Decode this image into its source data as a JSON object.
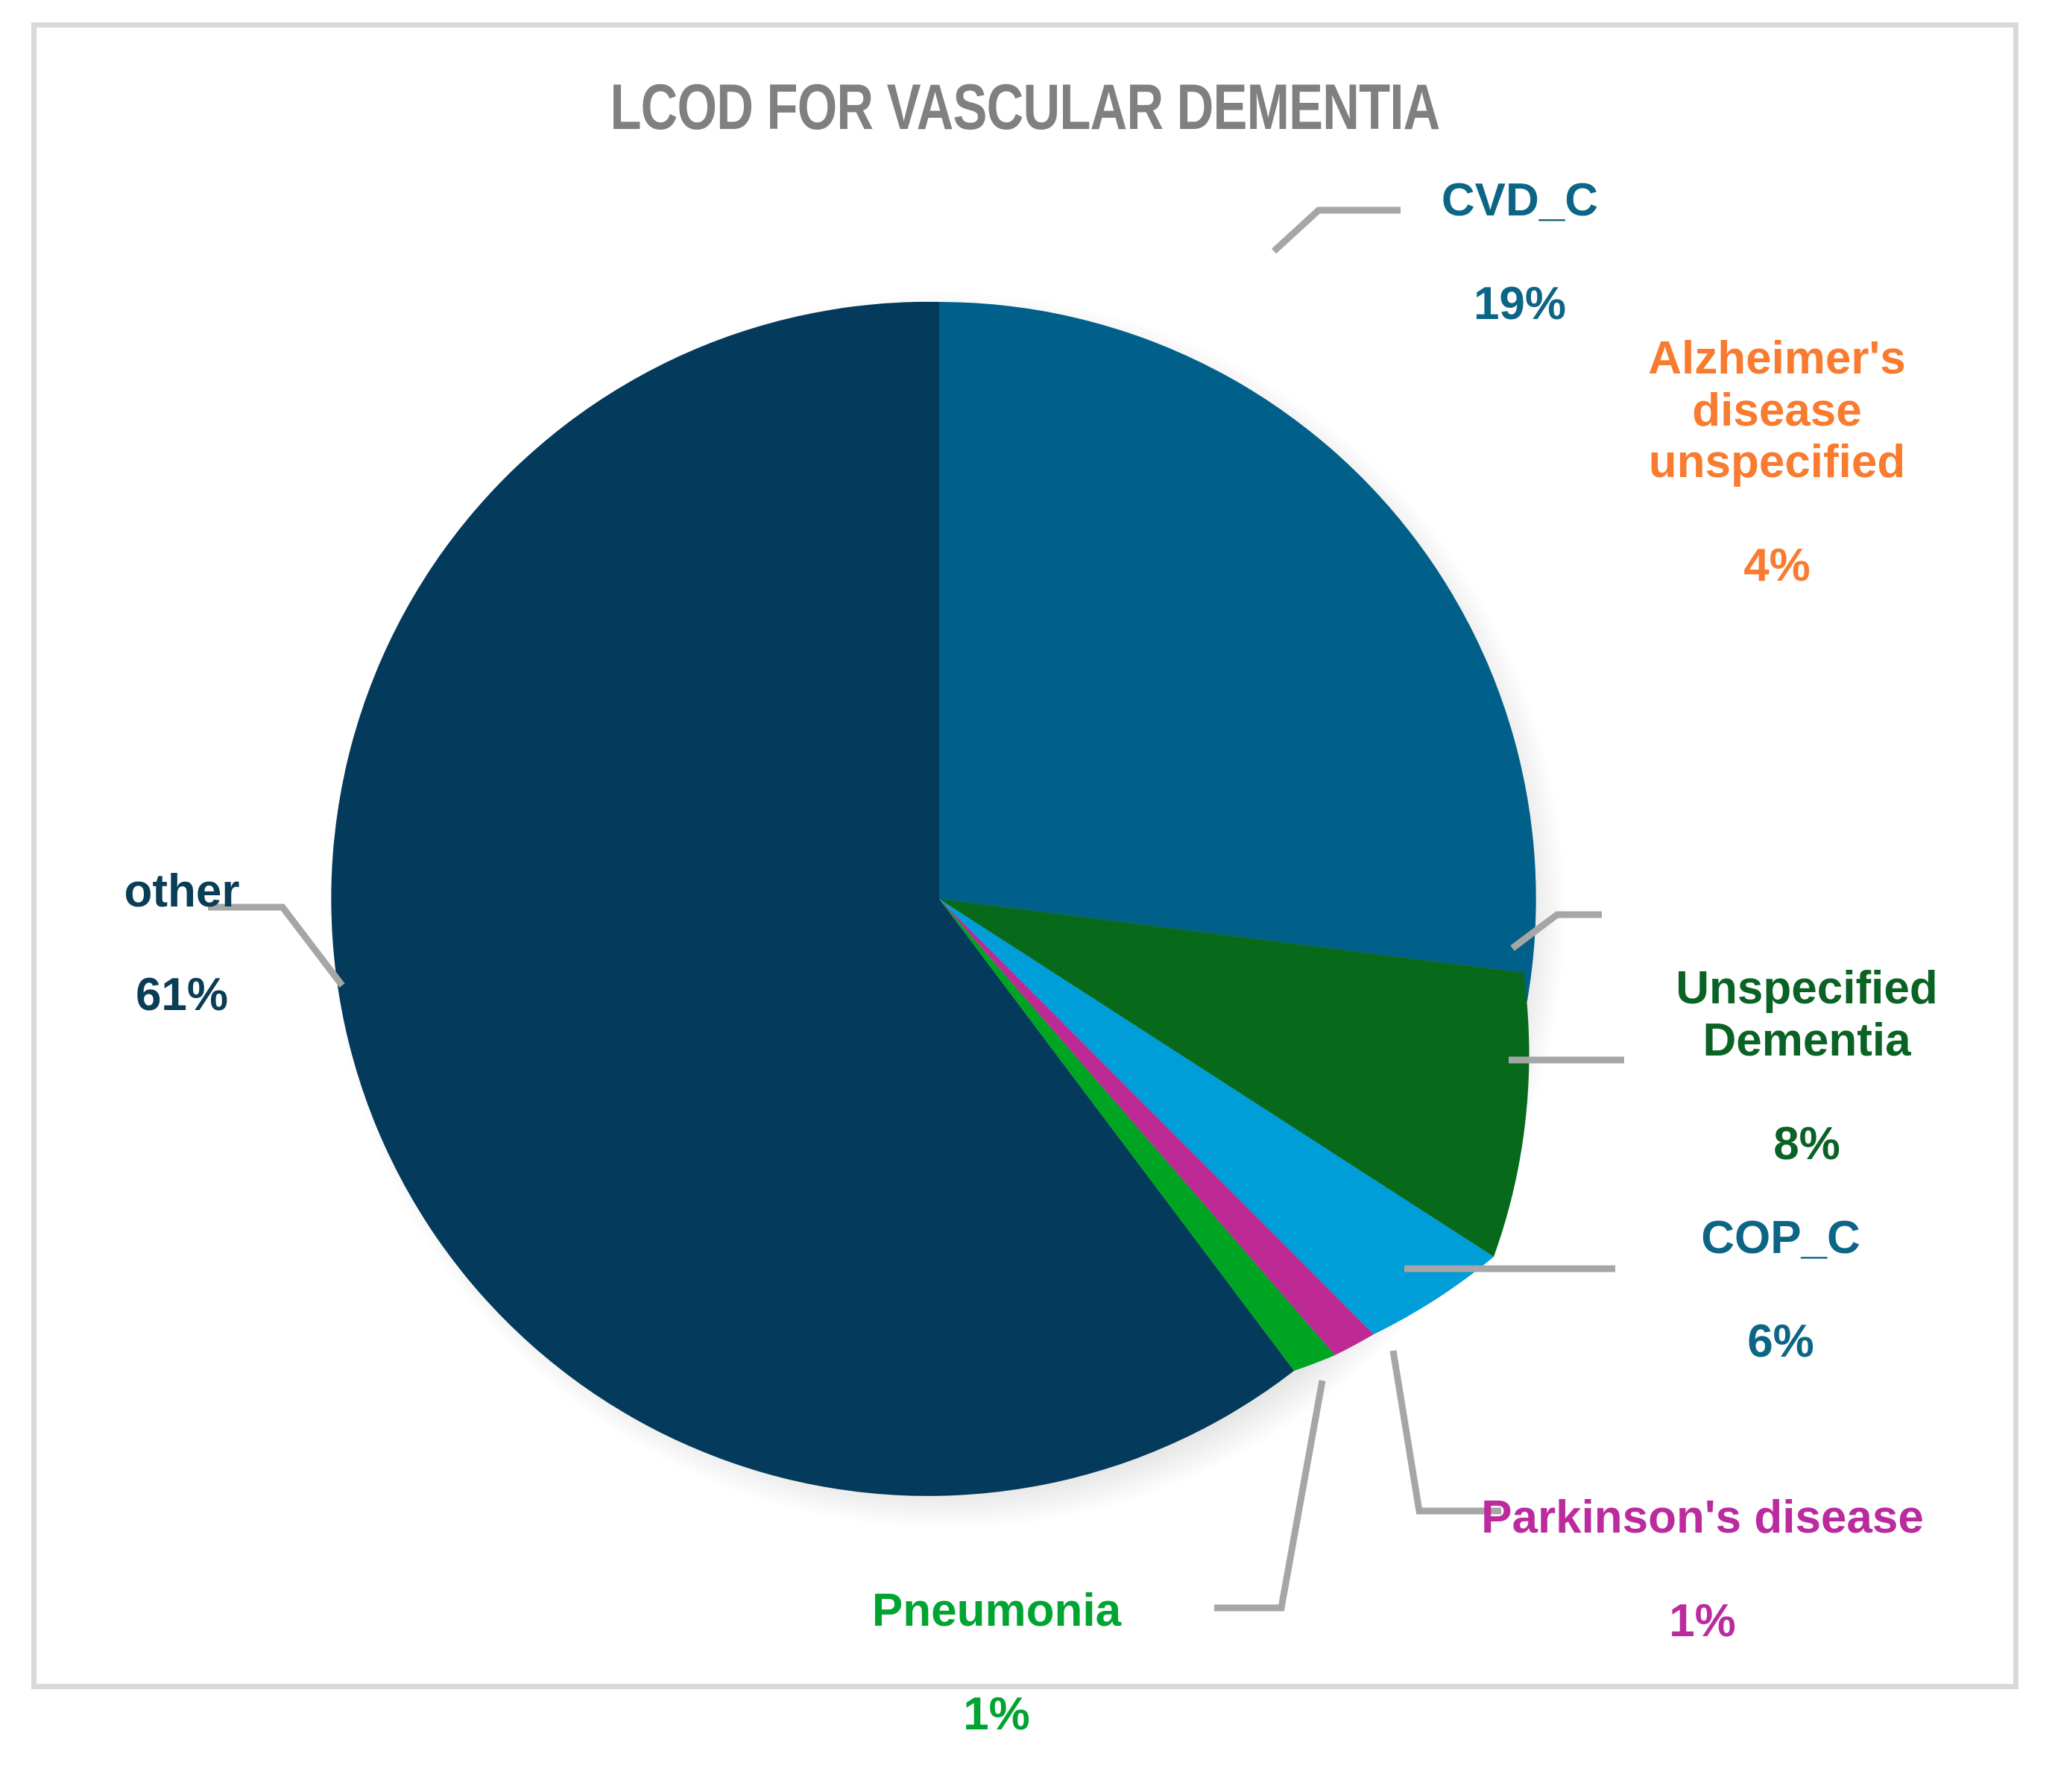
{
  "chart_data": {
    "type": "pie",
    "title": "LCOD FOR VASCULAR DEMENTIA",
    "title_color": "#808080",
    "xlabel": "",
    "ylabel": "",
    "legend": "none",
    "labels_outside": true,
    "value_format": "percent",
    "categories": [
      "CVD_C",
      "Alzheimer's disease unspecified",
      "Unspecified Dementia",
      "COP_C",
      "Parkinson's disease",
      "Pneumonia",
      "other"
    ],
    "values": [
      19,
      4,
      8,
      6,
      1,
      1,
      61
    ],
    "value_labels": [
      "19%",
      "4%",
      "8%",
      "6%",
      "1%",
      "1%",
      "61%"
    ],
    "colors": [
      "#006089",
      "#fb7225",
      "#076a1a",
      "#009ed9",
      "#bd2a96",
      "#00a423",
      "#043a5b"
    ],
    "label_colors": [
      "#0d6586",
      "#f97b2f",
      "#0a6324",
      "#0d6586",
      "#bb2b9e",
      "#00a431",
      "#0a3d56"
    ]
  },
  "labels": {
    "cvd_c": {
      "name": "CVD_C",
      "pct": "19%"
    },
    "alzheimers": {
      "name": "Alzheimer's\ndisease\nunspecified",
      "pct": "4%"
    },
    "unspec_dem": {
      "name": "Unspecified\nDementia",
      "pct": "8%"
    },
    "cop_c": {
      "name": "COP_C",
      "pct": "6%"
    },
    "parkinsons": {
      "name": "Parkinson's disease",
      "pct": "1%"
    },
    "pneumonia": {
      "name": "Pneumonia",
      "pct": "1%"
    },
    "other": {
      "name": "other",
      "pct": "61%"
    }
  },
  "style": {
    "frame_border_color": "#d9d9d9",
    "leader_line_color": "#a6a6a6",
    "background": "#ffffff"
  }
}
